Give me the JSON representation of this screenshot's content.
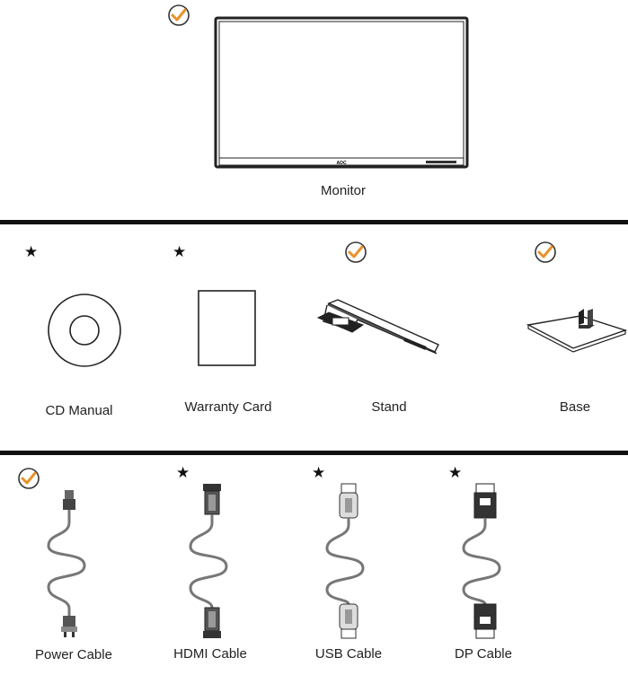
{
  "items": {
    "monitor": {
      "label": "Monitor",
      "included": true
    },
    "cd_manual": {
      "label": "CD Manual",
      "marker": "★"
    },
    "warranty_card": {
      "label": "Warranty Card",
      "marker": "★"
    },
    "stand": {
      "label": "Stand",
      "included": true
    },
    "base": {
      "label": "Base",
      "included": true
    },
    "power_cable": {
      "label": "Power Cable",
      "included": true
    },
    "hdmi_cable": {
      "label": "HDMI Cable",
      "marker": "★"
    },
    "usb_cable": {
      "label": "USB Cable",
      "marker": "★"
    },
    "dp_cable": {
      "label": "DP Cable",
      "marker": "★"
    }
  },
  "monitor_logo": "AOC",
  "colors": {
    "check_orange": "#e8922a",
    "check_ring": "#333333",
    "line": "#111111",
    "cable_gray": "#777777"
  },
  "icons": [
    "check-icon",
    "star-icon",
    "monitor-icon",
    "cd-icon",
    "warranty-card-icon",
    "stand-icon",
    "base-icon",
    "power-cable-icon",
    "hdmi-cable-icon",
    "usb-cable-icon",
    "dp-cable-icon"
  ]
}
